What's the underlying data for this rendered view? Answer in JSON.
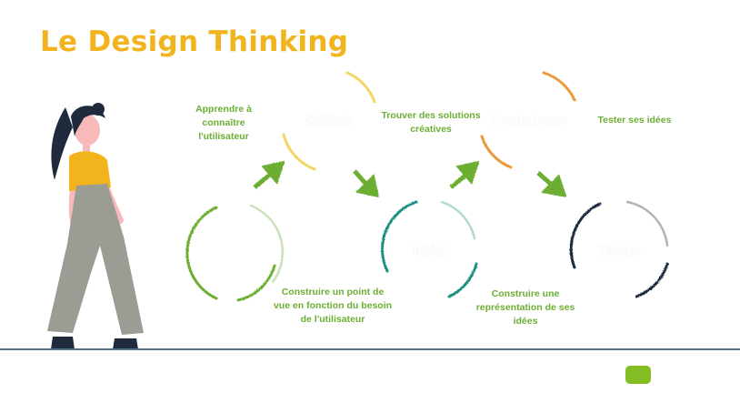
{
  "title": "Le Design Thinking",
  "stages": {
    "empathize": "",
    "define": "Définir",
    "ideate": "Idéer",
    "prototype": "Prototyper",
    "test": "Tester"
  },
  "labels": {
    "empathize": "Apprendre à connaître l'utilisateur",
    "define": "Construire un point de vue en fonction du besoin de l'utilisateur",
    "ideate": "Trouver des solutions créatives",
    "prototype": "Construire une représentation de ses idées",
    "test": "Tester ses idées"
  },
  "colors": {
    "title": "#f2b41c",
    "labels": "#6cae33",
    "empathize": "#6cae33",
    "define": "#f2d566",
    "ideate": "#1e8f83",
    "prototype": "#eb9a3a",
    "test": "#1f2b3c",
    "arrows": "#6cae33",
    "baseline": "#4d7488",
    "next_button": "#84bd23"
  },
  "icons": {
    "next_button": "next-slide-button"
  }
}
